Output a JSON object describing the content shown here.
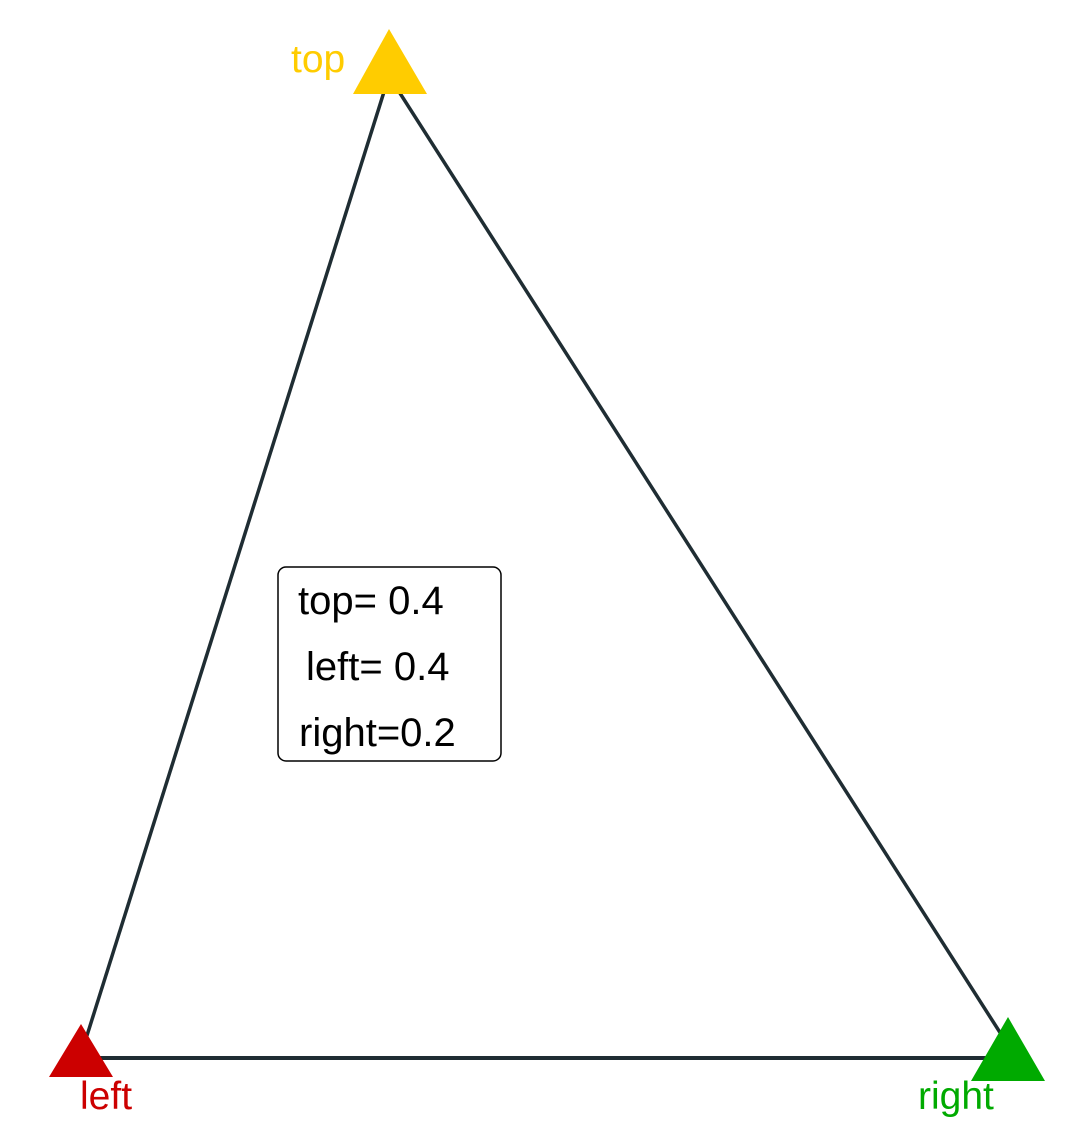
{
  "vertices": {
    "top": {
      "label": "top",
      "color": "#FFCC00"
    },
    "left": {
      "label": "left",
      "color": "#CC0000"
    },
    "right": {
      "label": "right",
      "color": "#00AA00"
    }
  },
  "edge_color": "#1F2D33",
  "info_box": {
    "top_line": "top= 0.4",
    "left_line": "left= 0.4",
    "right_line": "right=0.2"
  }
}
